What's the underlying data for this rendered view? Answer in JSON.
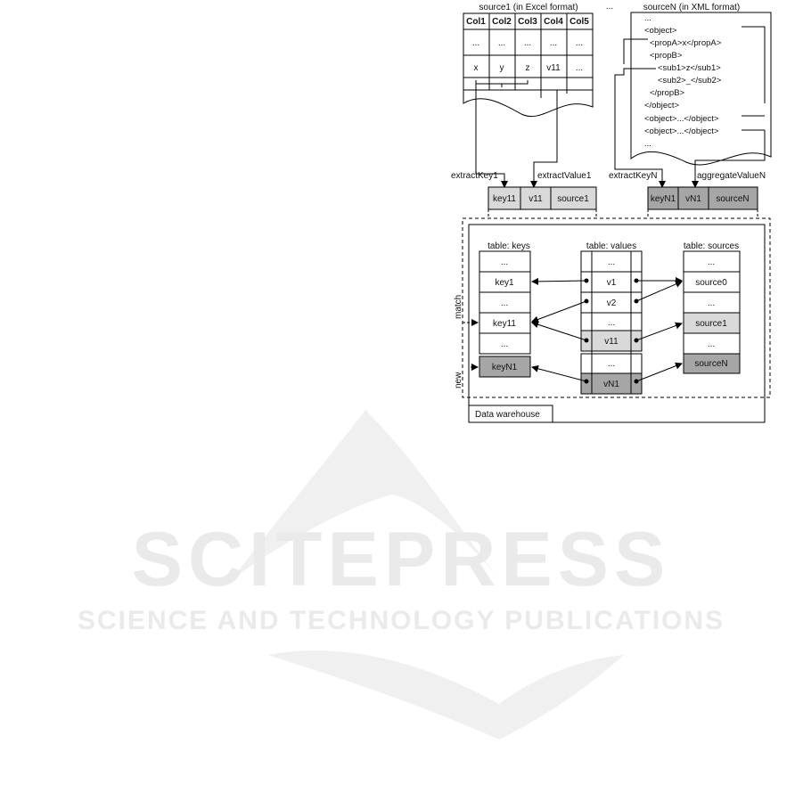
{
  "source1": {
    "title": "source1 (in Excel format)",
    "headers": [
      "Col1",
      "Col2",
      "Col3",
      "Col4",
      "Col5"
    ],
    "row1": [
      "...",
      "...",
      "...",
      "...",
      "..."
    ],
    "row2": [
      "x",
      "y",
      "z",
      "v11",
      "..."
    ]
  },
  "ellipsis": "...",
  "sourceN": {
    "title": "sourceN (in XML format)",
    "lines": [
      "...",
      "<object>",
      "<propA>x</propA>",
      "<propB>",
      "<sub1>z</sub1>",
      "<sub2>_</sub2>",
      "</propB>",
      "</object>",
      "<object>...</object>",
      "<object>...</object>",
      "..."
    ]
  },
  "labels": {
    "extractKey1": "extractKey1",
    "extractValue1": "extractValue1",
    "extractKeyN": "extractKeyN",
    "aggregateValueN": "aggregateValueN",
    "match": "match",
    "new": "new",
    "warehouse": "Data warehouse"
  },
  "tuple1": [
    "key11",
    "v11",
    "source1"
  ],
  "tupleN": [
    "keyN1",
    "vN1",
    "sourceN"
  ],
  "keys": {
    "title": "table: keys",
    "rows": [
      "...",
      "key1",
      "...",
      "key11",
      "...",
      "keyN1"
    ]
  },
  "values": {
    "title": "table: values",
    "rows": [
      "...",
      "v1",
      "v2",
      "...",
      "v11",
      "...",
      "vN1"
    ]
  },
  "sources": {
    "title": "table: sources",
    "rows": [
      "...",
      "source0",
      "...",
      "source1",
      "...",
      "sourceN"
    ]
  },
  "watermark": {
    "main": "SCITEPRESS",
    "sub": "SCIENCE AND TECHNOLOGY PUBLICATIONS"
  },
  "colors": {
    "light_gray": "#d9d9d9",
    "dark_gray": "#a6a6a6",
    "watermark": "#ececec"
  }
}
